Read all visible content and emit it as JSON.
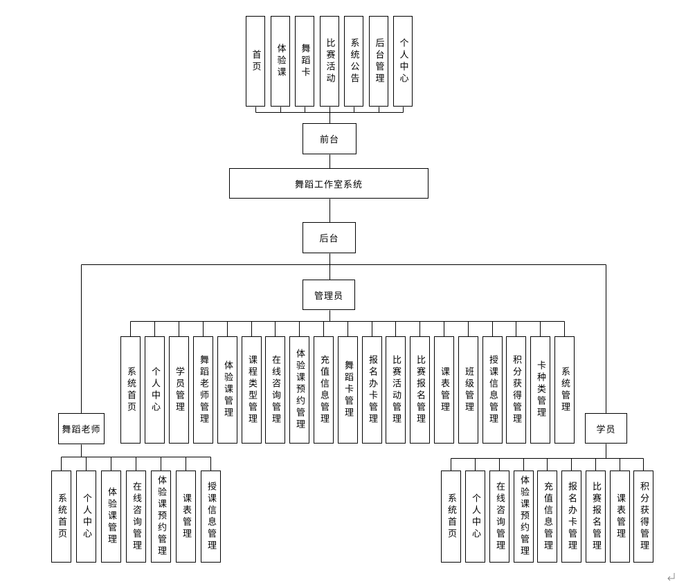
{
  "diagram": {
    "frontend_menu": [
      "首页",
      "体验课",
      "舞蹈卡",
      "比赛活动",
      "系统公告",
      "后台管理",
      "个人中心"
    ],
    "frontend_label": "前台",
    "system_label": "舞蹈工作室系统",
    "backend_label": "后台",
    "admin_label": "管理员",
    "admin_modules": [
      "系统首页",
      "个人中心",
      "学员管理",
      "舞蹈老师管理",
      "体验课管理",
      "课程类型管理",
      "在线咨询管理",
      "体验课预约管理",
      "充值信息管理",
      "舞蹈卡管理",
      "报名办卡管理",
      "比赛活动管理",
      "比赛报名管理",
      "课表管理",
      "班级管理",
      "授课信息管理",
      "积分获得管理",
      "卡种类管理",
      "系统管理"
    ],
    "teacher_label": "舞蹈老师",
    "teacher_modules": [
      "系统首页",
      "个人中心",
      "体验课管理",
      "在线咨询管理",
      "体验课预约管理",
      "课表管理",
      "授课信息管理"
    ],
    "student_label": "学员",
    "student_modules": [
      "系统首页",
      "个人中心",
      "在线咨询管理",
      "体验课预约管理",
      "充值信息管理",
      "报名办卡管理",
      "比赛报名管理",
      "课表管理",
      "积分获得管理"
    ]
  }
}
